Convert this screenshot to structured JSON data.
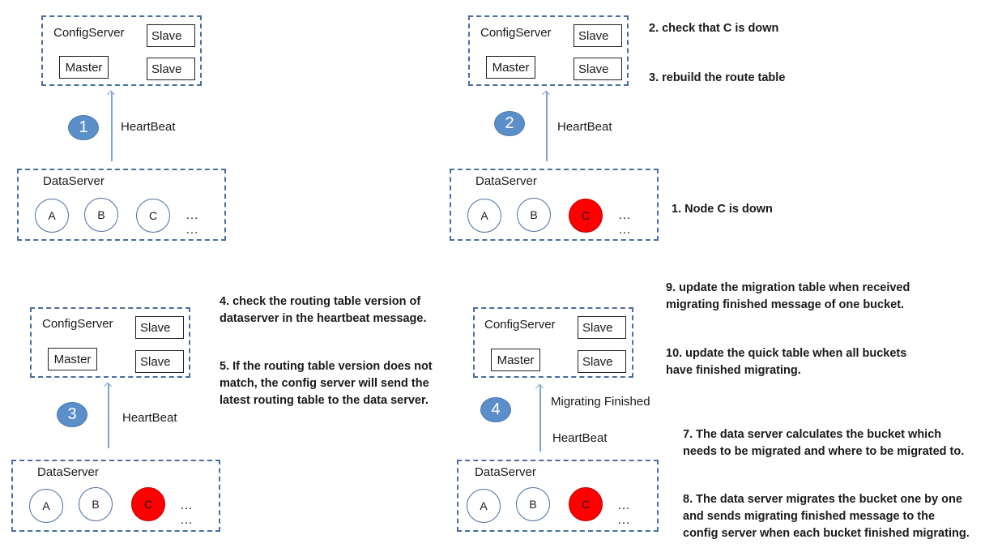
{
  "labels": {
    "config_server": "ConfigServer",
    "data_server": "DataServer",
    "master": "Master",
    "slave": "Slave",
    "heartbeat": "HeartBeat",
    "migrating_finished": "Migrating Finished",
    "dots": "… …"
  },
  "nodes": [
    "A",
    "B",
    "C"
  ],
  "steps": [
    "1",
    "2",
    "3",
    "4"
  ],
  "down_node": "C",
  "notes": {
    "n1": [
      "1. Node C is down"
    ],
    "n2": [
      "2. check that C  is down"
    ],
    "n3": [
      "3. rebuild the route table"
    ],
    "n4": [
      "4.  check the routing table version of",
      "dataserver in the heartbeat message."
    ],
    "n5": [
      "5. If the routing table version does not",
      "match, the config server will send the",
      "latest routing table to the data server."
    ],
    "n7": [
      "7.  The data server calculates the bucket which",
      "needs to be migrated and where to be migrated to."
    ],
    "n8": [
      "8. The data server migrates the bucket one by one",
      "and sends migrating finished message to the",
      "config server when each bucket finished migrating."
    ],
    "n9": [
      "9. update the migration table when received",
      "migrating finished message of one bucket."
    ],
    "n10": [
      "10. update the quick table when all buckets",
      "have finished migrating."
    ]
  },
  "colors": {
    "dashed_border": "#4a6ea0",
    "step_fill": "#5b8fc9",
    "node_down": "#ff0000",
    "arrow": "#7aa3d0"
  }
}
